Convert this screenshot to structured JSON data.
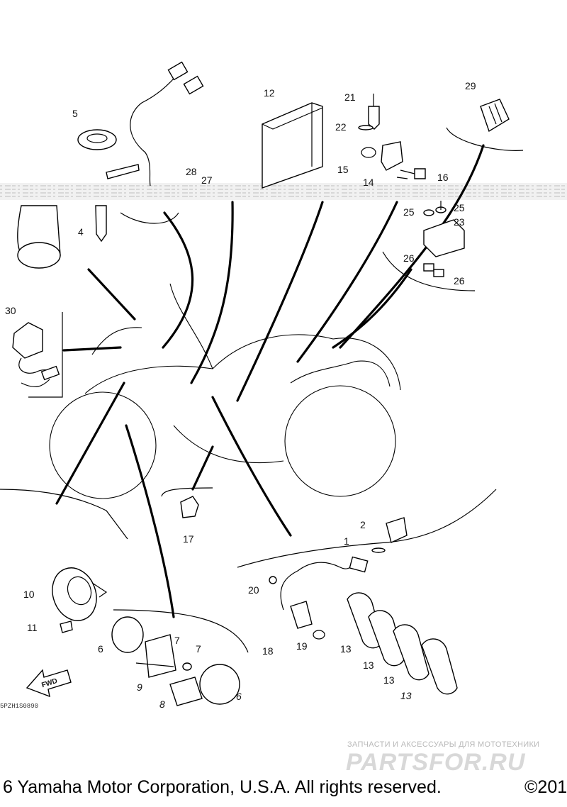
{
  "diagram": {
    "callouts": [
      "1",
      "2",
      "4",
      "5",
      "6",
      "6",
      "7",
      "7",
      "8",
      "9",
      "10",
      "11",
      "12",
      "13",
      "13",
      "13",
      "13",
      "14",
      "15",
      "16",
      "17",
      "18",
      "19",
      "20",
      "21",
      "22",
      "23",
      "25",
      "25",
      "26",
      "26",
      "27",
      "28",
      "29",
      "30"
    ],
    "fwd_label": "FWD",
    "border_code": "5PZH1S0890"
  },
  "watermark": {
    "line1": "ЗАПЧАСТИ И АКСЕССУАРЫ ДЛЯ МОТОТЕХНИКИ",
    "line2": "PARTSFOR.RU"
  },
  "footer": {
    "copyright": "6 Yamaha Motor Corporation, U.S.A. All rights reserved.",
    "copyright_right": "©201"
  }
}
